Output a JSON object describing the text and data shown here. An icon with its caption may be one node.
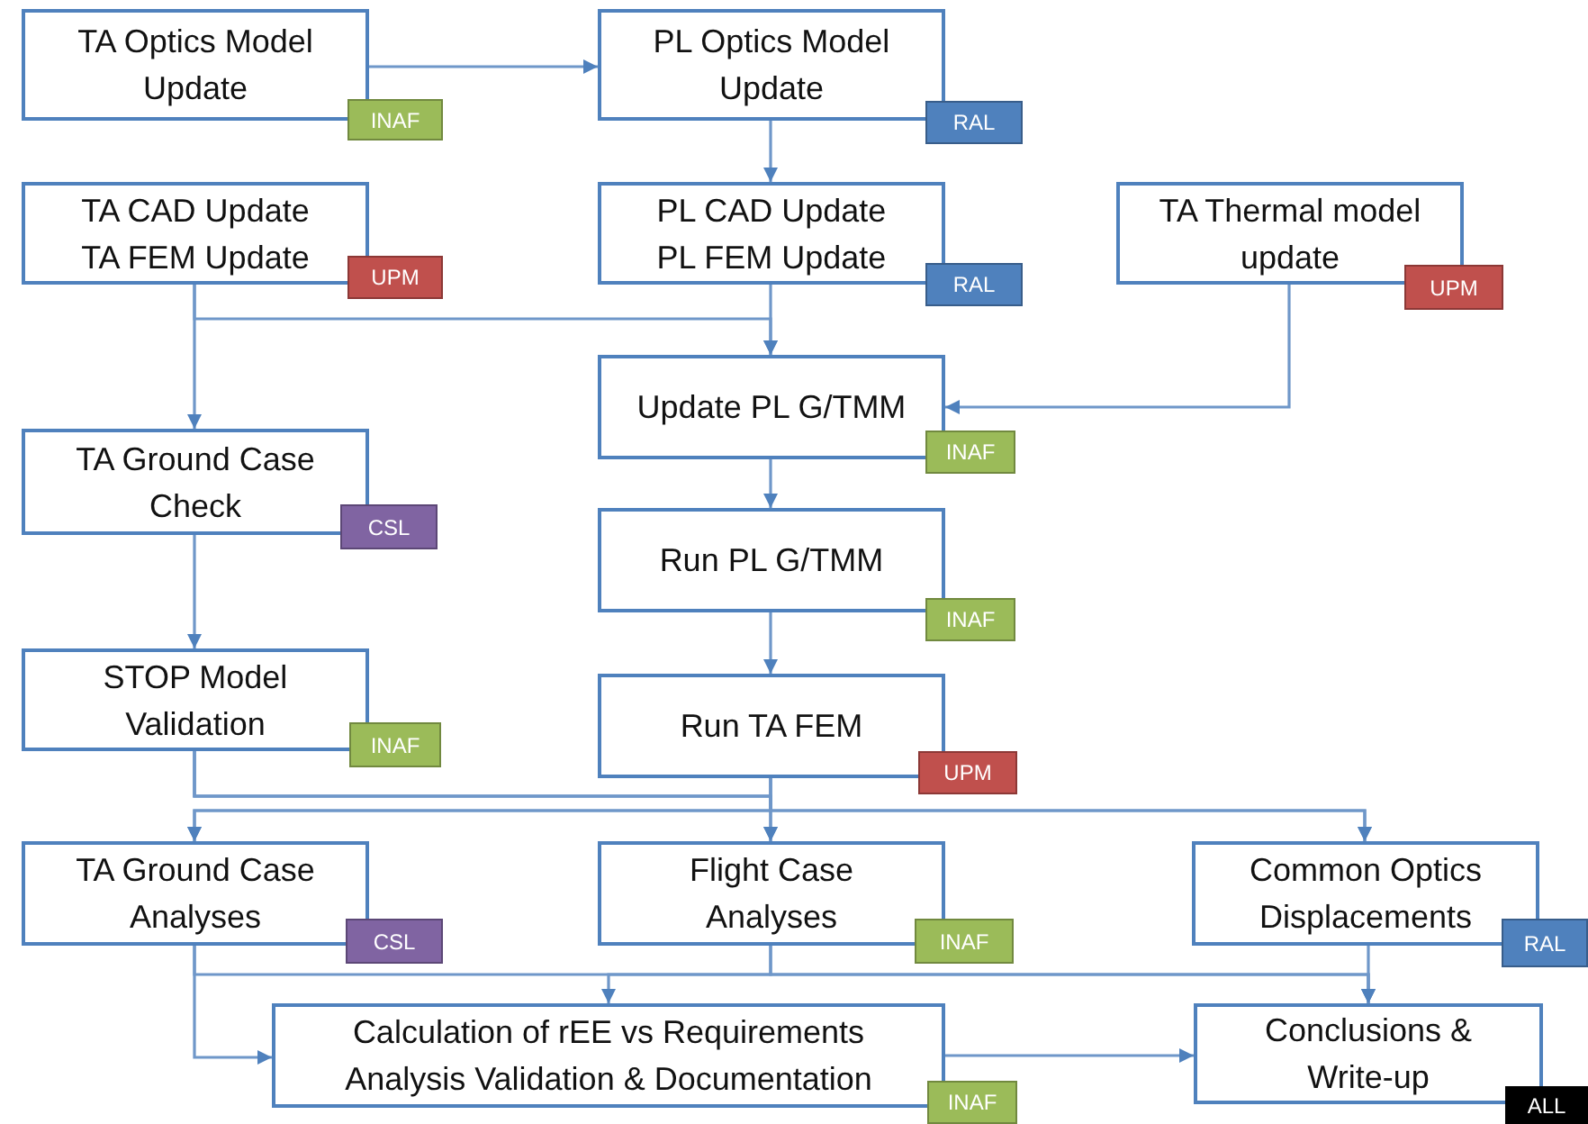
{
  "diagram": {
    "nodes": [
      {
        "text": [
          "TA Optics Model Update"
        ]
      },
      {
        "text": [
          "INAF"
        ]
      },
      {
        "text": [
          "PL Optics Model Update"
        ]
      },
      {
        "text": [
          "RAL"
        ]
      },
      {
        "text": [
          "TA CAD Update TA FEM Update"
        ]
      },
      {
        "text": [
          "UPM"
        ]
      },
      {
        "text": [
          "PL CAD Update PL FEM Update"
        ]
      },
      {
        "text": [
          "RAL"
        ]
      },
      {
        "text": [
          "TA Thermal model update"
        ]
      },
      {
        "text": [
          "UPM"
        ]
      },
      {
        "text": [
          "Update PL G/TMM"
        ]
      },
      {
        "text": [
          "INAF"
        ]
      },
      {
        "text": [
          "TA Ground Case Check"
        ]
      },
      {
        "text": [
          "CSL"
        ]
      },
      {
        "text": [
          "Run PL G/TMM"
        ]
      },
      {
        "text": [
          "INAF"
        ]
      },
      {
        "text": [
          "STOP Model Validation"
        ]
      },
      {
        "text": [
          "INAF"
        ]
      },
      {
        "text": [
          "Run TA FEM"
        ]
      },
      {
        "text": [
          "UPM"
        ]
      },
      {
        "text": [
          "TA Ground Case Analyses"
        ]
      },
      {
        "text": [
          "CSL"
        ]
      },
      {
        "text": [
          "Flight Case Analyses"
        ]
      },
      {
        "text": [
          "INAF"
        ]
      },
      {
        "text": [
          "Common Optics Displacements"
        ]
      },
      {
        "text": [
          "RAL"
        ]
      },
      {
        "text": [
          "Calculation of rEE vs Requirements Analysis Validation & Documentation"
        ]
      },
      {
        "text": [
          "INAF"
        ]
      },
      {
        "text": [
          "Conclusions & Write-up"
        ]
      },
      {
        "text": [
          "ALL"
        ]
      }
    ],
    "edges": [
      {
        "from": 0,
        "to": 2,
        "arrow": "to"
      },
      {
        "from": 2,
        "to": 6,
        "arrow": "to"
      },
      {
        "from": 4,
        "to": 12,
        "arrow": "to"
      },
      {
        "from": 4,
        "to": 10,
        "arrow": "to"
      },
      {
        "from": 6,
        "to": 10,
        "arrow": "to"
      },
      {
        "from": 8,
        "to": 10,
        "arrow": "to"
      },
      {
        "from": 10,
        "to": 14,
        "arrow": "to"
      },
      {
        "from": 12,
        "to": 16,
        "arrow": "to"
      },
      {
        "from": 14,
        "to": 18,
        "arrow": "to"
      },
      {
        "from": 16,
        "to": 20,
        "arrow": "to"
      },
      {
        "from": 16,
        "to": 22,
        "arrow": "to"
      },
      {
        "from": 16,
        "to": 24,
        "arrow": "to"
      },
      {
        "from": 18,
        "to": 20,
        "arrow": "to"
      },
      {
        "from": 18,
        "to": 22,
        "arrow": "to"
      },
      {
        "from": 18,
        "to": 24,
        "arrow": "to"
      },
      {
        "from": 20,
        "to": 26,
        "arrow": "to"
      },
      {
        "from": 22,
        "to": 26,
        "arrow": "to"
      },
      {
        "from": 20,
        "to": 28,
        "arrow": "to"
      },
      {
        "from": 22,
        "to": 28,
        "arrow": "to"
      },
      {
        "from": 24,
        "to": 28,
        "arrow": "to"
      },
      {
        "from": 26,
        "to": 28,
        "arrow": "to"
      }
    ]
  }
}
